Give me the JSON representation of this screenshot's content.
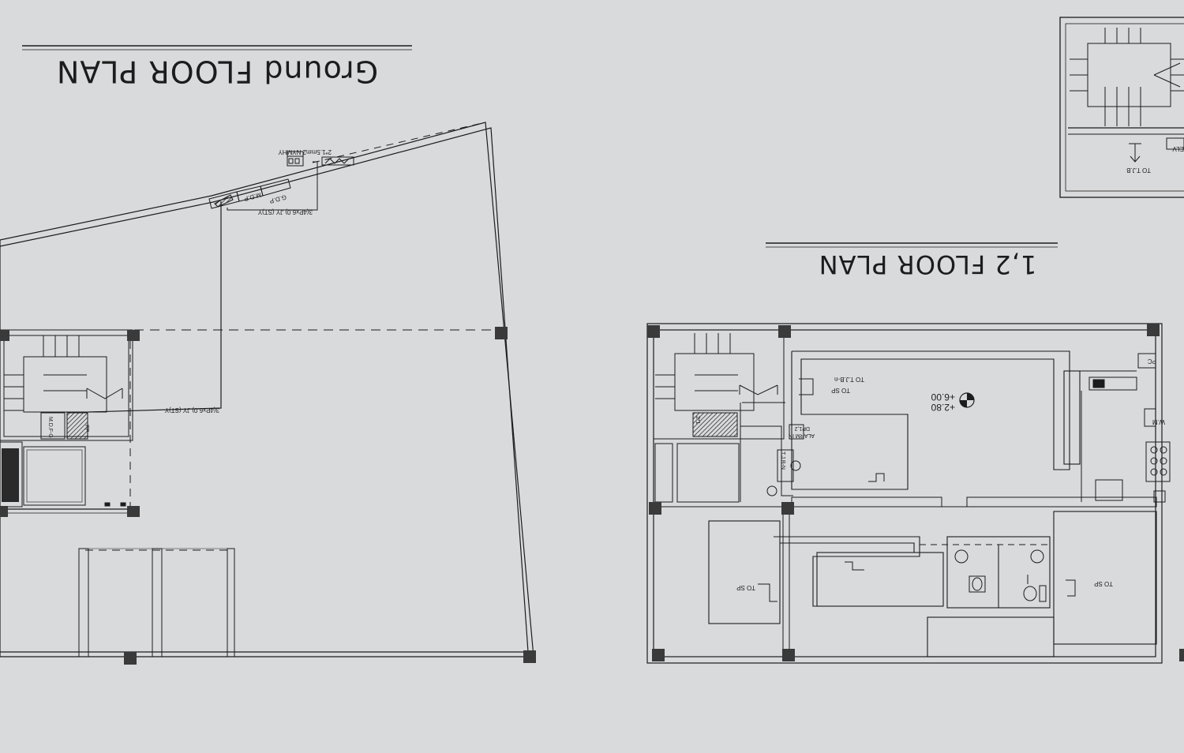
{
  "ground_plan": {
    "title": "Ground FLOOR PLAN",
    "smoke_label": "2*1.5mm2 NYMHY",
    "gdp_label": "G.D.P",
    "mdp_label": "M.D.P",
    "cable_top": "3(4Px6.0) JY (ST)Y",
    "cable_mid": "3(4Px6.0) JY (ST)Y",
    "mdf_label": "M.D.F-G",
    "pp_label": "PP"
  },
  "upper_plan": {
    "title": "1,2 FLOOR PLAN",
    "to_tjb_n": "TO T.J.B-n",
    "to_sp_1": "TO SP",
    "to_sp_2": "TO SP",
    "to_sp_3": "TO SP",
    "alarm_label": "ALARM IN",
    "dp_label": "DP1,2",
    "tjb_label": "T.J.B-N",
    "level_1": "+2.80",
    "level_2": "+6.00",
    "wm_label": "W.M",
    "pc_label": "PC",
    "cable_tag": "2*1"
  },
  "corner_plan": {
    "to_tjb": "TO T.J.B",
    "cut_label": "ELV"
  },
  "colors": {
    "paper": "#d9dadc",
    "ink": "#1c1c1c",
    "column": "#3a3a3a"
  }
}
